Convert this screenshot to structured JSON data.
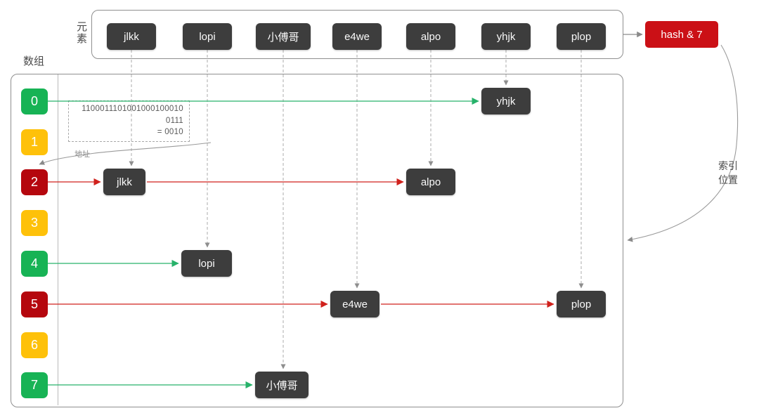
{
  "header": {
    "elements_label": "元素",
    "array_label": "数组"
  },
  "top_row": {
    "items": [
      {
        "label": "jlkk"
      },
      {
        "label": "lopi"
      },
      {
        "label": "小傅哥"
      },
      {
        "label": "e4we"
      },
      {
        "label": "alpo"
      },
      {
        "label": "yhjk"
      },
      {
        "label": "plop"
      }
    ]
  },
  "hash_box": {
    "label": "hash & 7",
    "color": "#cb1016"
  },
  "annotations": {
    "address_label": "地址",
    "index_position_line1": "索引",
    "index_position_line2": "位置",
    "calc_line1": "1100011101001000100010",
    "calc_line2": "0111",
    "calc_line3": "= 0010"
  },
  "array": {
    "rows": [
      {
        "index": "0",
        "color": "#17b355"
      },
      {
        "index": "1",
        "color": "#fec10a"
      },
      {
        "index": "2",
        "color": "#b5070e"
      },
      {
        "index": "3",
        "color": "#fec10a"
      },
      {
        "index": "4",
        "color": "#17b355"
      },
      {
        "index": "5",
        "color": "#b5070e"
      },
      {
        "index": "6",
        "color": "#fec10a"
      },
      {
        "index": "7",
        "color": "#17b355"
      }
    ]
  },
  "placed": {
    "items": [
      {
        "label": "yhjk",
        "row": "0"
      },
      {
        "label": "jlkk",
        "row": "2"
      },
      {
        "label": "alpo",
        "row": "2"
      },
      {
        "label": "lopi",
        "row": "4"
      },
      {
        "label": "e4we",
        "row": "5"
      },
      {
        "label": "plop",
        "row": "5"
      },
      {
        "label": "小傅哥",
        "row": "7"
      }
    ]
  },
  "colors": {
    "green_arrow": "#27b26a",
    "red_arrow": "#d0211c",
    "gray_arrow": "#8a8a8a",
    "dark_box": "#3d3d3d",
    "index_green": "#17b355",
    "index_yellow": "#fec10a",
    "index_red": "#b5070e",
    "hash_red": "#cb1016"
  }
}
